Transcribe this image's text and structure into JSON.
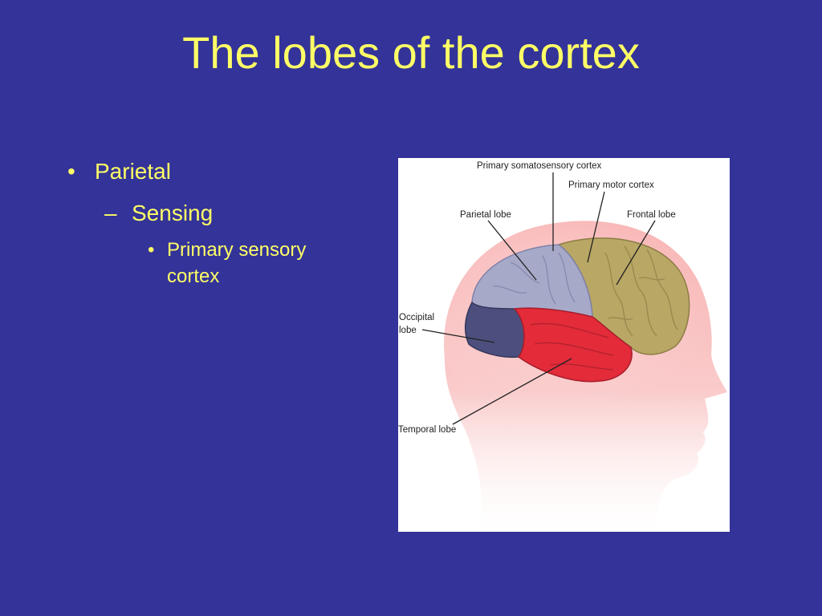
{
  "slide": {
    "title": "The lobes of the cortex",
    "title_color": "#ffff66",
    "background_color": "#333399"
  },
  "bullets": {
    "level1": {
      "marker": "•",
      "text": "Parietal"
    },
    "level2": {
      "marker": "–",
      "text": "Sensing"
    },
    "level3": {
      "marker": "•",
      "text": "Primary sensory cortex"
    }
  },
  "diagram": {
    "labels": {
      "primary_somatosensory_cortex": "Primary somatosensory cortex",
      "primary_motor_cortex": "Primary motor cortex",
      "parietal_lobe": "Parietal lobe",
      "frontal_lobe": "Frontal lobe",
      "occipital_line1": "Occipital",
      "occipital_line2": "lobe",
      "temporal_lobe": "Temporal lobe"
    },
    "colors": {
      "head": "#f8b4b4",
      "parietal": "#a7a9c9",
      "frontal": "#b9a765",
      "occipital": "#4c4f7d",
      "temporal": "#e32b3a"
    }
  }
}
